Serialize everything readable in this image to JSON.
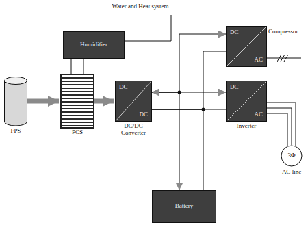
{
  "diagram": {
    "title": "Water and Heat system",
    "nodes": [
      {
        "text": [
          "Humidifier"
        ]
      },
      {
        "text": [
          "DC",
          "AC",
          "Compressor"
        ]
      },
      {
        "text": [
          "FPS"
        ]
      },
      {
        "text": [
          "FCS"
        ]
      },
      {
        "text": [
          "DC",
          "DC",
          "DC/DC Converter"
        ]
      },
      {
        "text": [
          "DC",
          "AC",
          "Inverter"
        ]
      },
      {
        "text": [
          "3Φ",
          "AC line"
        ]
      },
      {
        "text": [
          "Battery"
        ]
      }
    ],
    "edges": [
      {
        "from": 2,
        "to": 3,
        "arrow": "to"
      },
      {
        "from": 3,
        "to": 0,
        "arrow": "none"
      },
      {
        "from": 3,
        "to": 0,
        "arrow": "none"
      },
      {
        "from": 3,
        "to": 4,
        "arrow": "to"
      },
      {
        "from": 4,
        "to": 1,
        "arrow": "to"
      },
      {
        "from": 4,
        "to": 1,
        "arrow": "none"
      },
      {
        "from": 4,
        "to": 5,
        "arrow": "both"
      },
      {
        "from": 4,
        "to": 5,
        "arrow": "none"
      },
      {
        "from": 4,
        "to": 7,
        "arrow": "both"
      },
      {
        "from": 4,
        "to": 7,
        "arrow": "none"
      },
      {
        "from": 5,
        "to": 6,
        "arrow": "none"
      }
    ]
  }
}
